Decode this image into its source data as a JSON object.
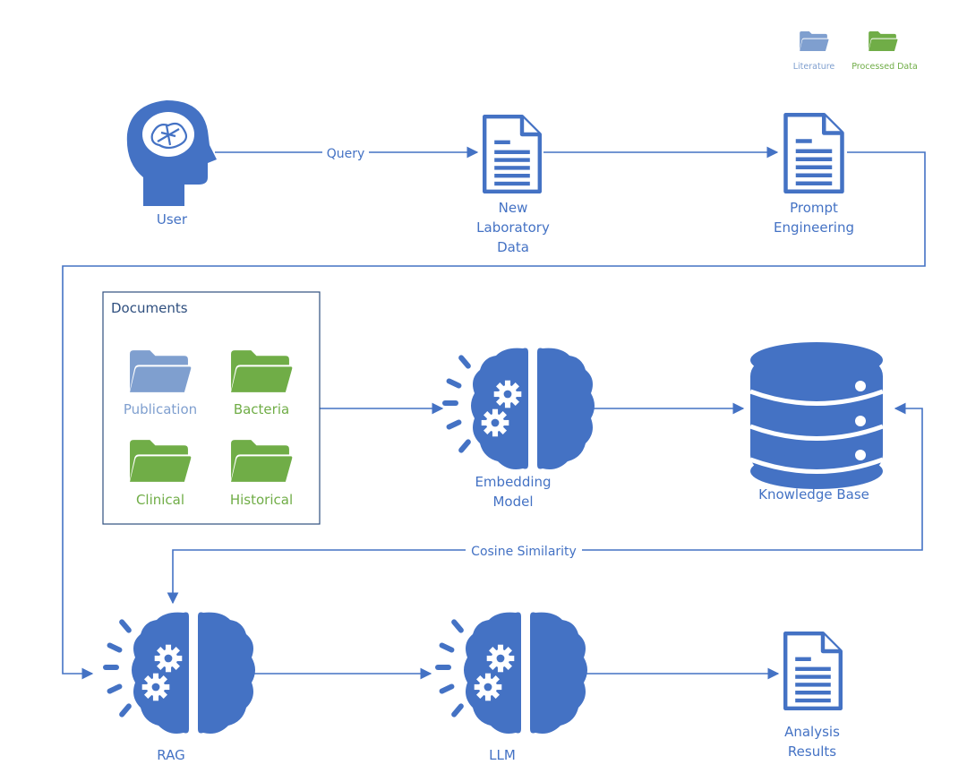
{
  "legend": {
    "literature": {
      "label": "Literature",
      "color": "#7F9FCF"
    },
    "processed": {
      "label": "Processed Data",
      "color": "#70AD47"
    }
  },
  "nodes": {
    "user": {
      "label": "User",
      "icon": "user-head-brain-icon"
    },
    "new_lab_data": {
      "label": [
        "New",
        "Laboratory",
        "Data"
      ],
      "icon": "document-icon"
    },
    "prompt_engineering": {
      "label": [
        "Prompt",
        "Engineering"
      ],
      "icon": "document-icon"
    },
    "embedding_model": {
      "label": [
        "Embedding",
        "Model"
      ],
      "icon": "brain-gears-icon"
    },
    "knowledge_base": {
      "label": "Knowledge Base",
      "icon": "database-icon"
    },
    "rag": {
      "label": "RAG",
      "icon": "brain-gears-icon"
    },
    "llm": {
      "label": "LLM",
      "icon": "brain-gears-icon"
    },
    "analysis_results": {
      "label": [
        "Analysis",
        "Results"
      ],
      "icon": "document-icon"
    }
  },
  "documents": {
    "title": "Documents",
    "items": [
      {
        "label": "Publication",
        "type": "literature"
      },
      {
        "label": "Bacteria",
        "type": "processed"
      },
      {
        "label": "Clinical",
        "type": "processed"
      },
      {
        "label": "Historical",
        "type": "processed"
      }
    ]
  },
  "edges": {
    "query": "Query",
    "cosine": "Cosine Similarity"
  },
  "colors": {
    "primary": "#4472C4",
    "literature": "#7F9FCF",
    "processed": "#70AD47",
    "box_border": "#2F4F7F"
  }
}
